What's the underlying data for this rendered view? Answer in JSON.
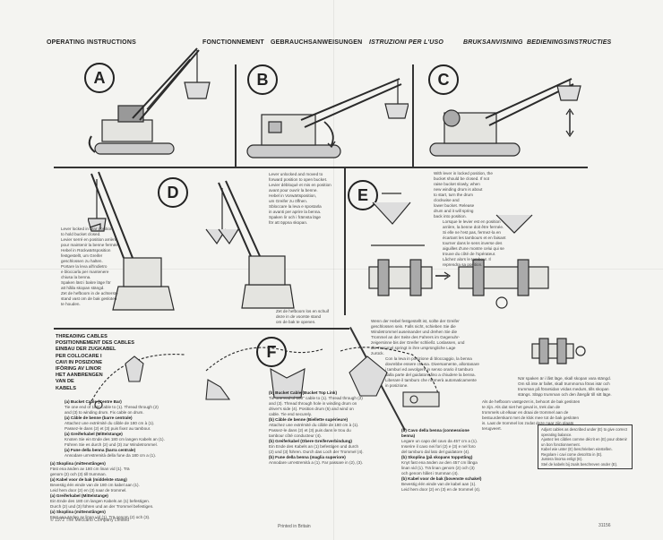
{
  "header": {
    "en": "OPERATING INSTRUCTIONS",
    "fr": "FONCTIONNEMENT",
    "de": "GEBRAUCHSANWEISUNGEN",
    "it": "ISTRUZIONI PER L'USO",
    "sv": "BRUKSANVISNING",
    "nl": "BEDIENINGSINSTRUCTIES"
  },
  "panels": {
    "a": "A",
    "b": "B",
    "c": "C",
    "d": "D",
    "e": "E",
    "f": "F"
  },
  "panel_d": {
    "left_lines": [
      "Lever locked in rear position",
      "to hold bucket closed.",
      "Levier serré en position arrière",
      "pour maintenir la benne fermée.",
      "Hebel in Rückwärtsposition",
      "festgestellt, um Greifer",
      "geschlossen zu halten.",
      "Portare la leva all'indietro",
      "e bloccarla per mantenere",
      "chiusa la benna.",
      "Spaken läst i bakre läge för",
      "att hålla skopan stängd.",
      "Zet de hefboom in de achterste",
      "stand vast om de bak gesloten",
      "te houden."
    ],
    "middle_lines": [
      "Lever unlocked and moved to",
      "forward position to open bucket.",
      "Levier débloqué et mis en position",
      "avant pour ouvrir la benne.",
      "Hebel in Vorwärtsposition,",
      "um Greifer zu öffnen.",
      "Sbloccare la leva e spostarla",
      "in avanti per aprire la benna.",
      "Spaken lir och i främsta läge",
      "för att öppna skopan."
    ],
    "bottom_lines": [
      "Zet de hefboom los en schuif",
      "deze in de voorste stand",
      "om de bak te openen."
    ]
  },
  "panel_e": {
    "top_lines": [
      "With lever in locked position, the",
      "bucket should be closed. If not",
      "raise bucket slowly, when",
      "new winding drum is about",
      "to start, turn the drum",
      "clockwise and",
      "lower bucket. Release",
      "drum and it will spring",
      "back into position."
    ],
    "top_lines_fr": [
      "Lorsque le levier est en position",
      "arrière, la benne doit être fermée.",
      "Si elle ne l'est pas, fermez-la en",
      "écartant les tambours et en faisant",
      "tourner dans le sens inverse des",
      "aiguilles d'une montre celui qui se",
      "trouve du côté de l'opérateur.",
      "Lâchez alors le tambour. Il",
      "reprendra sa position."
    ],
    "middle_lines": [
      "Wenn der Hebel festgestellt ist, sollte der Greifer",
      "geschlossen sein. Falls nicht, schieben Sie die",
      "Windetrommel auseinander und drehen Sie die",
      "Trommel an der Seite des Fahrers im Gegenuhr-",
      "zeigersinne bis der Greifer schließt. Loslassen, und",
      "die Trommel springt in ihre ursprüngliche Lage",
      "zurück."
    ],
    "middle_lines_it": [
      "Con la leva in posizione di bloccaggio, la benna",
      "dovrebbe essere chiusa. Diversamente, allontanare",
      "i tamburi ed avvolgere in senso orario il tamburo",
      "dalla parte del guidatore fino a chiudere la benna.",
      "Liberare il tamburo che ritornerà automaticamente",
      "in posizione."
    ],
    "bottom_lines": [
      "När spaken är i låst läge, skall skopan vara stängd.",
      "Om så inte är fallet, skall trummorna föras isär och",
      "trumman på förarsidan vridas medurs, tills skopan",
      "stängs. Släpp trumman och den återgår till sitt läge."
    ],
    "bottom_lines_nl": [
      "Als de hefboom vastgezet is, behoort de bak gesloten",
      "te zijn. Als dat niet het geval is, trek dan de",
      "trommels uit elkaar en draai de trommel aan de",
      "bestuurderskant met de klok mee tot de bak gesloten",
      "is. Laat de trommel los zodat deze naar zijn plaats",
      "terugveert."
    ]
  },
  "threading": {
    "lines": [
      "THREADING CABLES",
      "POSITIONNEMENT DES CABLES",
      "EINBAU DER ZUGKABEL",
      "PER COLLOCARE I",
      "CAVI IN POSIZIONE",
      "IFÖRING AV LINOR",
      "HET AANBRENGEN",
      "VAN DE",
      "KABELS"
    ]
  },
  "cables_text": {
    "col1": [
      "(a) Bucket Cable (Centre Bar)",
      "Tie one end of 180\" cable to (1). Thread through (2)",
      "and (3) to winding drum. Fix cable on drum.",
      "",
      "(a) Câble de benne (barre centrale)",
      "Attachez une extrémité du câble de 180 cm à (1).",
      "Passez-le dans (2) et (3) puis fixez au tambour.",
      "",
      "(a) Greiferkabel (Mittelstange)",
      "Knoten Sie ein Ende des 180 cm langen Kabels an (1).",
      "Führen Sie es durch (2) und (3) zur Windetrommel.",
      "",
      "(a) Fune della benna (barra centrale)",
      "Annodare un'estremità della fune da 180 cm a (1)."
    ],
    "col1b": [
      "(a) Skoplina (mittenstången)",
      "Fäst ena änden av 180 cm linan vid (1). Trä",
      "genom (2) och (3) till trumman.",
      "",
      "(a) Kabel voor de bak (middelste stang)",
      "Bevestig één einde van de 180 cm kabel aan (1).",
      "Leid hem door (2) en (3) naar de trommel.",
      "",
      "(a) Greiferkabel (Mittelstange)",
      "Ein Ende des 180 cm langen Kabels an (1) befestigen.",
      "Durch (2) und (3) führen und an der Trommel befestigen.",
      "",
      "(a) Skoplina (mittenstången)",
      "Fäst ena änden av linan vid (1). Trä genom (2) och (3)."
    ],
    "col2": [
      "(b) Bucket Cable (Bucket Top Link)",
      "Tie one end of 180\" cable to (1). Thread through (2)",
      "and (3). Thread through hole in winding drum on",
      "driver's side (4). Position drum (5) and wind on",
      "cable. Tie end securely.",
      "",
      "(b) Câble de benne (Biellette supérieure)",
      "Attachez une extrémité du câble de 180 cm à (1).",
      "Passez-le dans (2) et (3) puis dans le trou du",
      "tambour côté conducteur (4).",
      "",
      "(b) Greiferkabel (Obere Greiferverbindung)",
      "Ein Ende des Kabels an (1) befestigen und durch",
      "(2) und (3) führen. Durch das Loch der Trommel (4).",
      "",
      "(b) Fune della benna (maglia superiore)",
      "Annodare un'estremità a (1). Far passare in (2), (3)."
    ],
    "col3": [
      "(b) Cavo della benna (connessione",
      "benna)",
      "Legare un capo del cavo da 457 cm a (1).",
      "Inserire il cavo nei fori (2) e (3) e nel foro",
      "del tamburo dal lato del guidatore (4).",
      "",
      "(b) Skoplina (på skopans toppstång)",
      "Knyt fast ena änden av den 457 cm långa",
      "linan vid (1). Trä linan genom (2) och (3)",
      "och genom hålet i trumman (4).",
      "",
      "(b) Kabel voor de bak (bovenste schakel)",
      "Bevestig één einde van de kabel aan (1).",
      "Leid hem door (2) en (3) en de trommel (4)."
    ],
    "col4": [
      "Adjust cables as described under (E) to give correct",
      "operating balance.",
      "Ajustez les câbles comme décrit en (E) pour obtenir",
      "un bon fonctionnement.",
      "Kabel wie unter (E) beschrieben einstellen.",
      "Regolare i cavi come descritto in (E).",
      "Justera linorna enligt (E).",
      "Stel de kabels bij zoals beschreven onder (E)."
    ]
  },
  "footer": {
    "copyright": "© 1972 The Meccano Company Limited",
    "printed": "Printed in Britain",
    "code": "31156"
  },
  "colors": {
    "paper": "#f4f4f1",
    "ink": "#222222"
  }
}
